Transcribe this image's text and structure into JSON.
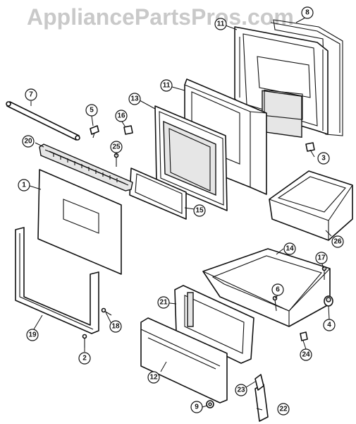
{
  "watermark": "AppliancePartsPros.com",
  "callouts": {
    "c1": "1",
    "c2": "2",
    "c3": "3",
    "c4": "4",
    "c5": "5",
    "c6": "6",
    "c7": "7",
    "c8": "8",
    "c9": "9",
    "c11a": "11",
    "c11b": "11",
    "c12": "12",
    "c13": "13",
    "c14": "14",
    "c15": "15",
    "c16": "16",
    "c17": "17",
    "c18": "18",
    "c19": "19",
    "c20": "20",
    "c21": "21",
    "c22": "22",
    "c23": "23",
    "c24": "24",
    "c25": "25",
    "c26": "26"
  }
}
